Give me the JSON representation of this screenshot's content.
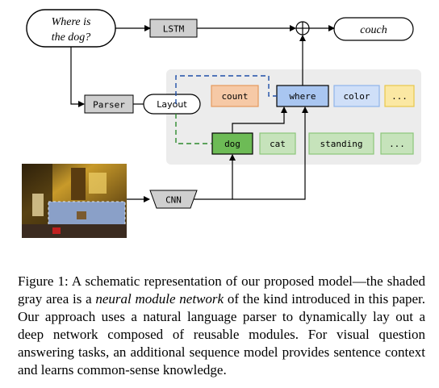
{
  "figure": {
    "question_line1": "Where is",
    "question_line2": "the dog?",
    "lstm_label": "LSTM",
    "answer_label": "couch",
    "parser_label": "Parser",
    "layout_label": "Layout",
    "cnn_label": "CNN",
    "modules_top": [
      "count",
      "where",
      "color",
      "..."
    ],
    "modules_bottom": [
      "dog",
      "cat",
      "standing",
      "..."
    ],
    "colors": {
      "count": "#f6c9a6",
      "where": "#a9c6f1",
      "color": "#cfdff8",
      "ellipsis_top": "#fbe8a3",
      "dog": "#6dbb56",
      "bottom_light": "#c6e3bb",
      "shade": "#ececec"
    }
  },
  "caption": {
    "prefix": "Figure 1: A schematic representation of our proposed model—the shaded gray area is a ",
    "emphasis": "neural module network",
    "suffix": " of the kind introduced in this paper. Our approach uses a natural language parser to dynamically lay out a deep network composed of reusable modules. For visual question answering tasks, an additional sequence model provides sentence context and learns common-sense knowledge."
  }
}
